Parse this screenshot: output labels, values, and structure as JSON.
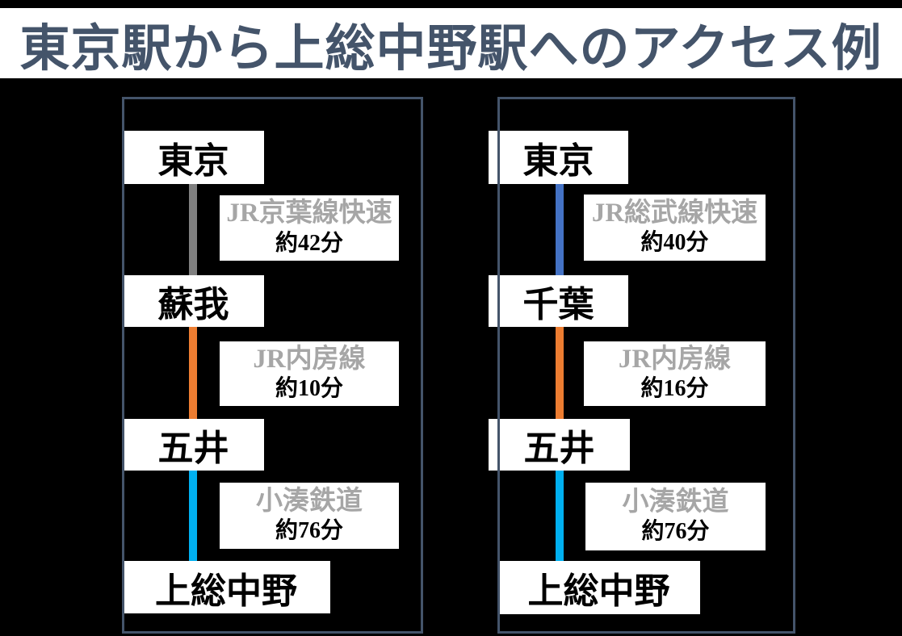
{
  "title": "東京駅から上総中野駅へのアクセス例",
  "colors": {
    "background": "#000000",
    "title_text": "#44546A",
    "panel_border": "#44546A",
    "line_name_gray": "#A6A6A6",
    "keiyo_gray": "#808080",
    "sobu_blue": "#4472C4",
    "uchibo_orange": "#ED7D31",
    "kominato_lightblue": "#00B0F0"
  },
  "routes": [
    {
      "name": "via-keiyo-line",
      "stations": [
        "東京",
        "蘇我",
        "五井",
        "上総中野"
      ],
      "segments": [
        {
          "line": "JR京葉線快速",
          "duration": "約42分",
          "color": "#808080"
        },
        {
          "line": "JR内房線",
          "duration": "約10分",
          "color": "#ED7D31"
        },
        {
          "line": "小湊鉄道",
          "duration": "約76分",
          "color": "#00B0F0"
        }
      ]
    },
    {
      "name": "via-sobu-line",
      "stations": [
        "東京",
        "千葉",
        "五井",
        "上総中野"
      ],
      "segments": [
        {
          "line": "JR総武線快速",
          "duration": "約40分",
          "color": "#4472C4"
        },
        {
          "line": "JR内房線",
          "duration": "約16分",
          "color": "#ED7D31"
        },
        {
          "line": "小湊鉄道",
          "duration": "約76分",
          "color": "#00B0F0"
        }
      ]
    }
  ]
}
